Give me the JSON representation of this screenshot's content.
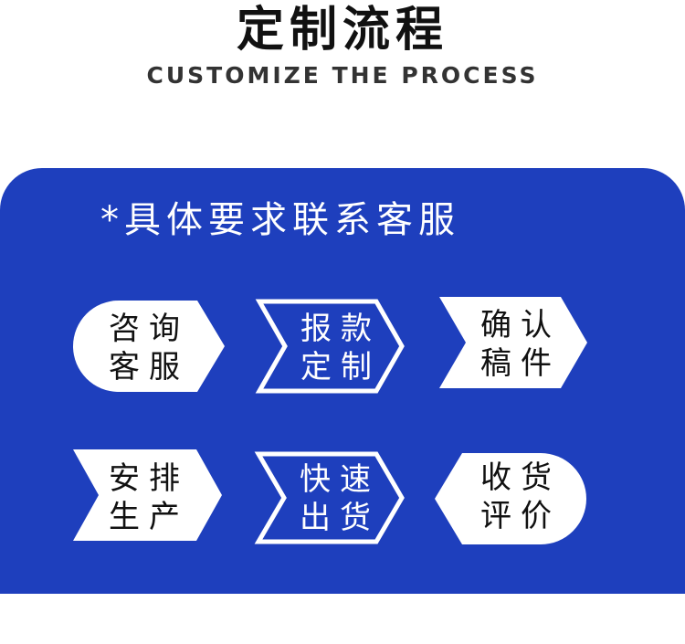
{
  "header": {
    "title": "定制流程",
    "subtitle": "CUSTOMIZE THE PROCESS"
  },
  "notice": "*具体要求联系客服",
  "colors": {
    "panel": "#1e3fbd",
    "title": "#111111",
    "subtitle": "#333333"
  },
  "steps": [
    {
      "line1": "咨询",
      "line2": "客服"
    },
    {
      "line1": "报款",
      "line2": "定制"
    },
    {
      "line1": "确认",
      "line2": "稿件"
    },
    {
      "line1": "安排",
      "line2": "生产"
    },
    {
      "line1": "快速",
      "line2": "出货"
    },
    {
      "line1": "收货",
      "line2": "评价"
    }
  ]
}
